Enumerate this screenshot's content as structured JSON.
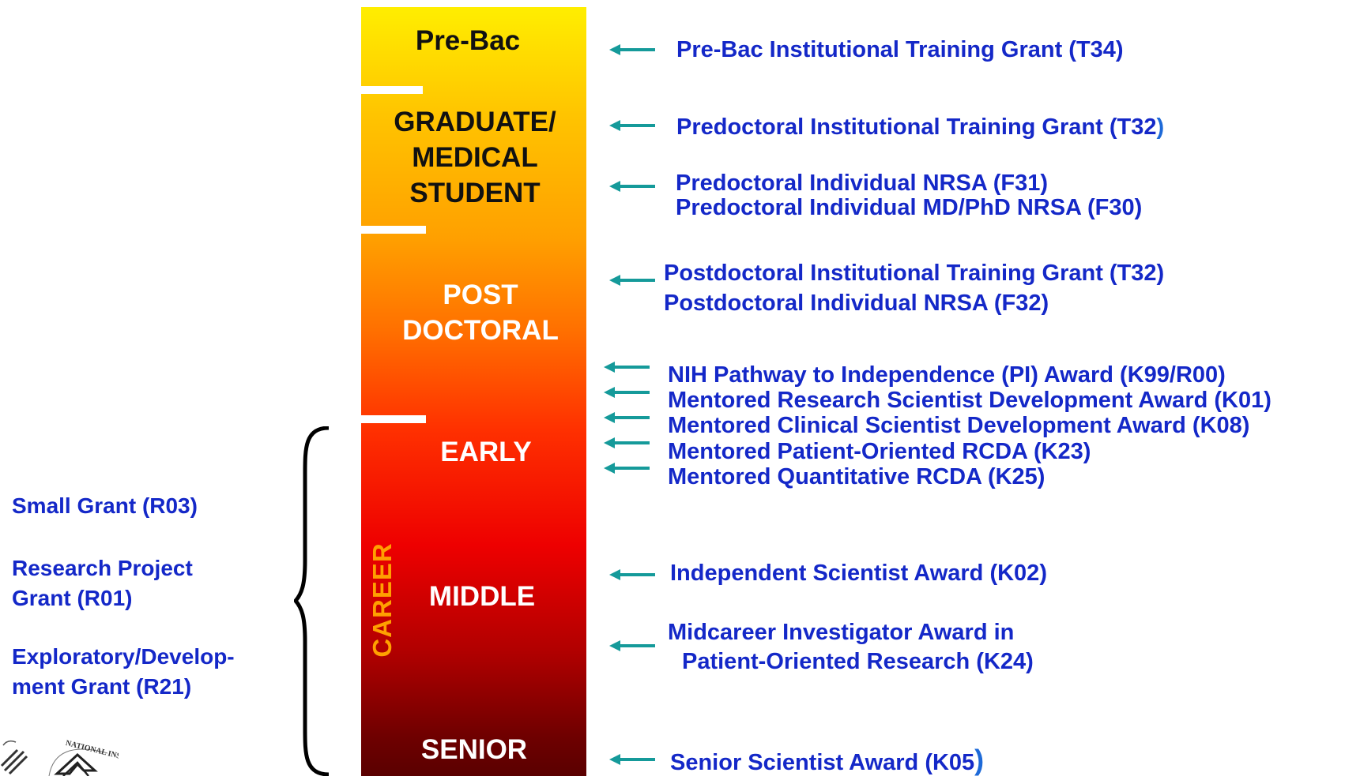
{
  "stages": {
    "prebac": "Pre-Bac",
    "graduate": [
      "GRADUATE/",
      "MEDICAL",
      "STUDENT"
    ],
    "postdoc": [
      "POST",
      "DOCTORAL"
    ],
    "early": "EARLY",
    "middle": "MIDDLE",
    "senior": "SENIOR",
    "career": "CAREER"
  },
  "grants": {
    "t34": "Pre-Bac Institutional Training Grant (T34)",
    "t32_pre": "Predoctoral Institutional Training Grant (T32",
    "t32_pre_paren": ")",
    "f31": "Predoctoral Individual NRSA (F31)",
    "f30": "Predoctoral Individual MD/PhD NRSA (F30)",
    "t32_post": "Postdoctoral Institutional Training Grant (T32)",
    "f32": "Postdoctoral Individual NRSA (F32)",
    "k99": "NIH Pathway to Independence (PI) Award (K99/R00)",
    "k01": "Mentored Research Scientist Development Award (K01)",
    "k08": "Mentored Clinical Scientist Development Award (K08)",
    "k23": "Mentored Patient-Oriented RCDA (K23)",
    "k25": "Mentored Quantitative RCDA (K25)",
    "k02": "Independent Scientist Award (K02)",
    "k24_line1": "Midcareer Investigator Award in",
    "k24_line2": "Patient-Oriented Research (K24)",
    "k05": "Senior Scientist Award (K05",
    "k05_paren": ")"
  },
  "research_grants": [
    [
      "Small Grant (R03)"
    ],
    [
      "Research Project",
      "Grant (R01)"
    ],
    [
      "Exploratory/Develop-",
      "ment Grant (R21)"
    ]
  ],
  "colors": {
    "grant_text": "#1428c8",
    "arrow": "#159a9a",
    "career_label": "#ffa000"
  }
}
